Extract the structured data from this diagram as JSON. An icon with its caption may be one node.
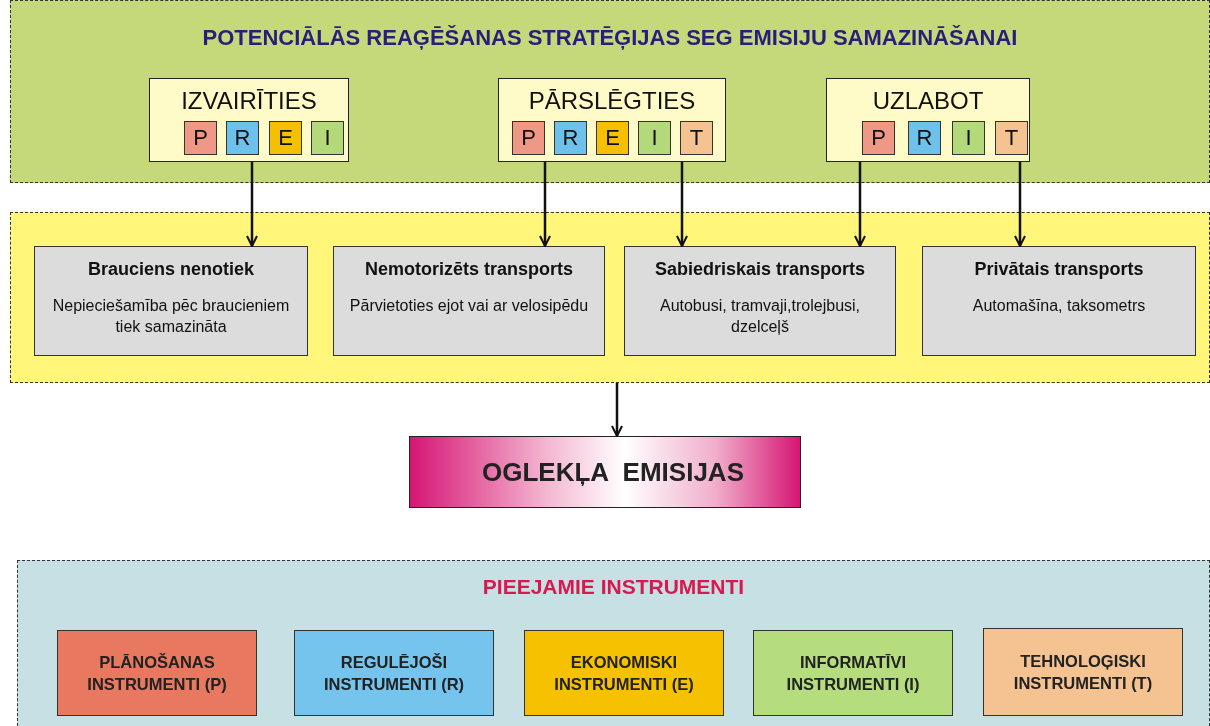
{
  "diagram": {
    "nodes": [
      {
        "text": [
          "POTENCIĀLĀS REAĢĒŠANAS STRATĒĢIJAS SEG EMISIJU SAMAZINĀŠANAI"
        ]
      },
      {
        "text": [
          "IZVAIRĪTIES"
        ],
        "in": 0
      },
      {
        "text": [
          "P"
        ],
        "in": 1
      },
      {
        "text": [
          "R"
        ],
        "in": 1
      },
      {
        "text": [
          "E"
        ],
        "in": 1
      },
      {
        "text": [
          "I"
        ],
        "in": 1
      },
      {
        "text": [
          "PĀRSLĒGTIES"
        ],
        "in": 0
      },
      {
        "text": [
          "P"
        ],
        "in": 6
      },
      {
        "text": [
          "R"
        ],
        "in": 6
      },
      {
        "text": [
          "E"
        ],
        "in": 6
      },
      {
        "text": [
          "I"
        ],
        "in": 6
      },
      {
        "text": [
          "T"
        ],
        "in": 6
      },
      {
        "text": [
          "UZLABOT"
        ],
        "in": 0
      },
      {
        "text": [
          "P"
        ],
        "in": 12
      },
      {
        "text": [
          "R"
        ],
        "in": 12
      },
      {
        "text": [
          "I"
        ],
        "in": 12
      },
      {
        "text": [
          "T"
        ],
        "in": 12
      },
      {
        "text": [],
        "shape": "box"
      },
      {
        "text": [
          "Brauciens nenotiek",
          "Nepieciešamība pēc braucieniem tiek samazināta"
        ],
        "in": 17
      },
      {
        "text": [
          "Nemotorizēts transports",
          "Pārvietoties ejot vai ar velosipēdu"
        ],
        "in": 17
      },
      {
        "text": [
          "Sabiedriskais transports",
          "Autobusi, tramvaji,trolejbusi, dzelceļš"
        ],
        "in": 17
      },
      {
        "text": [
          "Privātais transports",
          "Automašīna, taksometrs"
        ],
        "in": 17
      },
      {
        "text": [
          "OGLEKĻA  EMISIJAS"
        ]
      },
      {
        "text": [
          "PIEEJAMIE INSTRUMENTI"
        ]
      },
      {
        "text": [
          "PLĀNOŠANAS INSTRUMENTI (P)"
        ],
        "in": 23
      },
      {
        "text": [
          "REGULĒJOŠI INSTRUMENTI (R)"
        ],
        "in": 23
      },
      {
        "text": [
          "EKONOMISKI INSTRUMENTI (E)"
        ],
        "in": 23
      },
      {
        "text": [
          "INFORMATĪVI INSTRUMENTI (I)"
        ],
        "in": 23
      },
      {
        "text": [
          "TEHNOLOĢISKI INSTRUMENTI (T)"
        ],
        "in": 23
      }
    ],
    "edges": [
      {
        "from": 1,
        "to": 18,
        "arrow": "to"
      },
      {
        "from": 6,
        "to": 19,
        "arrow": "to"
      },
      {
        "from": 6,
        "to": 20,
        "arrow": "to"
      },
      {
        "from": 12,
        "to": 20,
        "arrow": "to"
      },
      {
        "from": 12,
        "to": 21,
        "arrow": "to"
      },
      {
        "from": 17,
        "to": 22,
        "arrow": "to"
      }
    ]
  }
}
